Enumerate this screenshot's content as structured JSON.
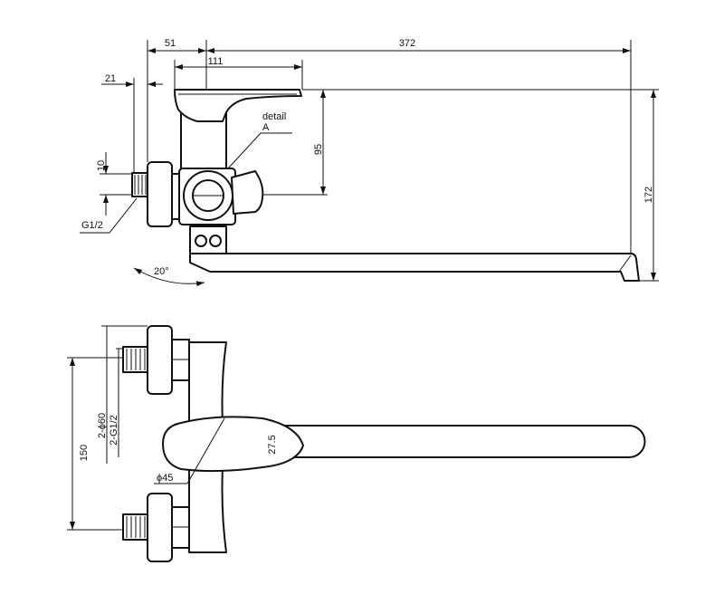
{
  "side_view": {
    "dim_51": "51",
    "dim_372": "372",
    "dim_111": "111",
    "dim_21": "21",
    "detail_label": "detail",
    "detail_ref": "A",
    "dim_95": "95",
    "dim_10": "10",
    "thread_label": "G1/2",
    "angle_label": "20°",
    "dim_172": "172"
  },
  "plan_view": {
    "dim_150": "150",
    "pipe_diameter_label": "2-ϕ60",
    "thread_label": "2-G1/2",
    "dim_27_5": "27.5",
    "diameter_label": "ϕ45"
  },
  "colors": {
    "line": "#111111",
    "background": "#ffffff"
  }
}
